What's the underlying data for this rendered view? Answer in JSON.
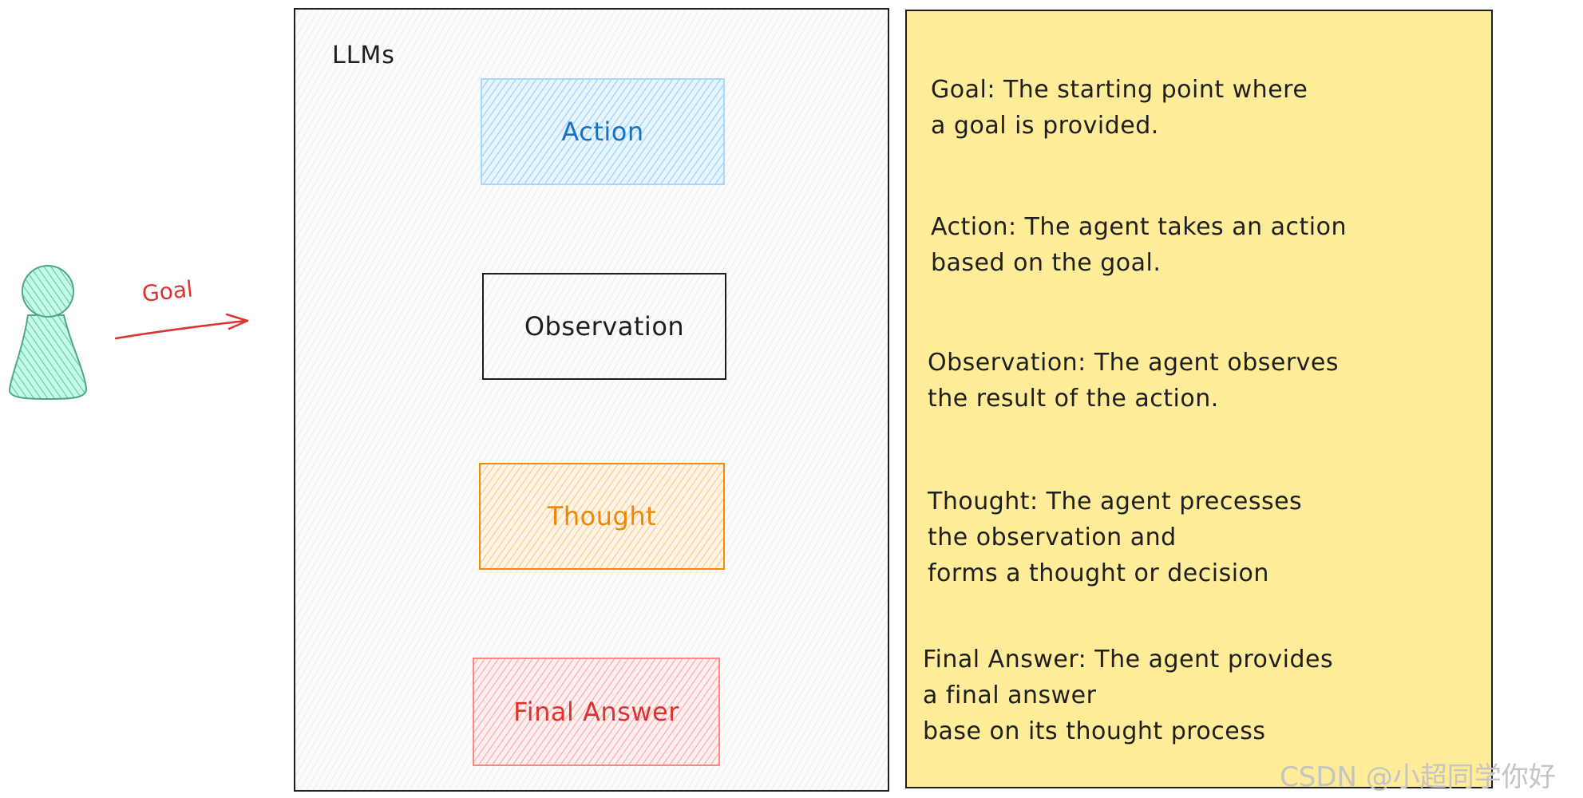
{
  "panel": {
    "title": "LLMs"
  },
  "user": {
    "arrow_label": "Goal"
  },
  "nodes": {
    "action": "Action",
    "observation": "Observation",
    "thought": "Thought",
    "final_answer": "Final Answer"
  },
  "notes": [
    {
      "lines": [
        "Goal: The starting point where",
        "a goal is provided."
      ]
    },
    {
      "lines": [
        "Action: The agent takes an action",
        "based on the goal."
      ]
    },
    {
      "lines": [
        "Observation: The agent observes",
        "the result of the action."
      ]
    },
    {
      "lines": [
        "Thought: The agent precesses",
        "the observation and",
        "forms a thought or decision"
      ]
    },
    {
      "lines": [
        "Final Answer: The agent provides",
        "a final answer",
        "base on its thought process"
      ]
    }
  ],
  "watermark": "CSDN @小超同学你好",
  "colors": {
    "action": "#1971c2",
    "thought": "#e8890c",
    "final_answer": "#e03131",
    "goal": "#e03131",
    "user_figure": "#63c2a3",
    "note_background": "#ffec99"
  },
  "icons": {
    "user": "person-icon"
  }
}
